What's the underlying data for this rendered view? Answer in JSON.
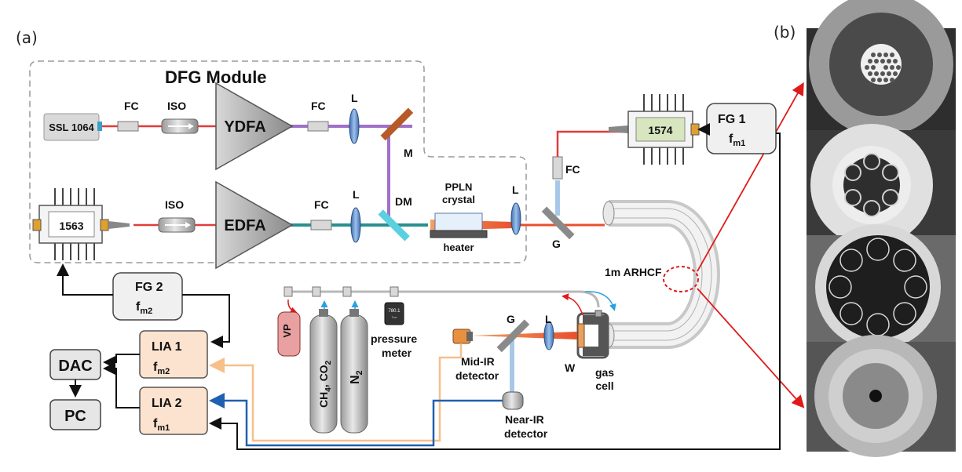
{
  "panel_a_label": "(a)",
  "panel_b_label": "(b)",
  "module_title": "DFG Module",
  "components": {
    "ssl": "SSL 1064",
    "fc": "FC",
    "iso": "ISO",
    "ydfa": "YDFA",
    "edfa": "EDFA",
    "lens": "L",
    "mirror": "M",
    "dm": "DM",
    "laser_1563": "1563",
    "laser_1574": "1574",
    "ppln_1": "PPLN",
    "ppln_2": "crystal",
    "heater": "heater",
    "grating": "G",
    "fiber": "1m ARHCF",
    "window": "W",
    "gas_cell_1": "gas",
    "gas_cell_2": "cell",
    "midir_1": "Mid-IR",
    "midir_2": "detector",
    "nearir_1": "Near-IR",
    "nearir_2": "detector",
    "pressure_1": "pressure",
    "pressure_2": "meter",
    "pressure_reading": "780.1",
    "pressure_unit": "Torr",
    "vp": "VP",
    "gas_ch4": "CH",
    "gas_ch4_sub": "4",
    "gas_co2": ", CO",
    "gas_co2_sub": "2",
    "gas_n2": "N",
    "gas_n2_sub": "2"
  },
  "electronics": {
    "fg1": "FG 1",
    "fg1_f": "f",
    "fg1_sub": "m1",
    "fg2": "FG 2",
    "fg2_f": "f",
    "fg2_sub": "m2",
    "lia1": "LIA 1",
    "lia1_f": "f",
    "lia1_sub": "m2",
    "lia2": "LIA 2",
    "lia2_f": "f",
    "lia2_sub": "m1",
    "dac": "DAC",
    "pc": "PC"
  },
  "colors": {
    "beam_1064": "#e23b3b",
    "beam_combined": "#2a8f8f",
    "beam_purple": "#a070c8",
    "beam_midir": "#f0a060",
    "beam_nearir": "#a8c8e8",
    "cable_black": "#111111",
    "cable_blue": "#2060b0",
    "cable_orange": "#f5c08a",
    "lia_fill": "#fbe3d0",
    "arrow_red": "#e01a1a"
  }
}
